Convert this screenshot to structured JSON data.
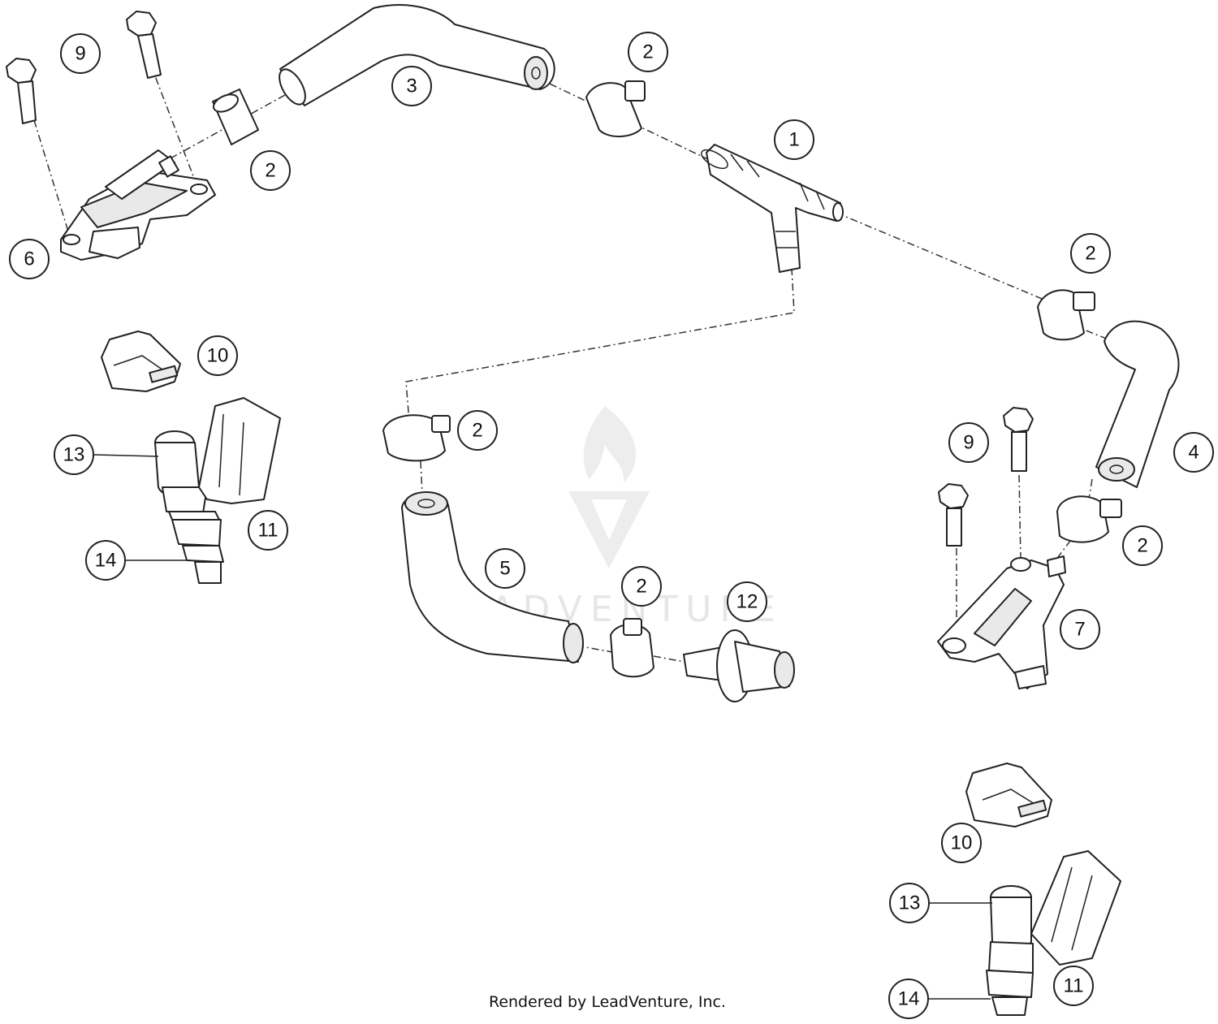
{
  "diagram": {
    "callout_labels": {
      "c1": "1",
      "c2a": "2",
      "c2b": "2",
      "c2c": "2",
      "c2d": "2",
      "c2e": "2",
      "c2f": "2",
      "c3": "3",
      "c4": "4",
      "c5": "5",
      "c6": "6",
      "c7": "7",
      "c9a": "9",
      "c9b": "9",
      "c10a": "10",
      "c10b": "10",
      "c11a": "11",
      "c11b": "11",
      "c12": "12",
      "c13a": "13",
      "c13b": "13",
      "c14a": "14",
      "c14b": "14"
    },
    "watermark": "LEADVENTURE",
    "credit": "Rendered by LeadVenture, Inc."
  }
}
